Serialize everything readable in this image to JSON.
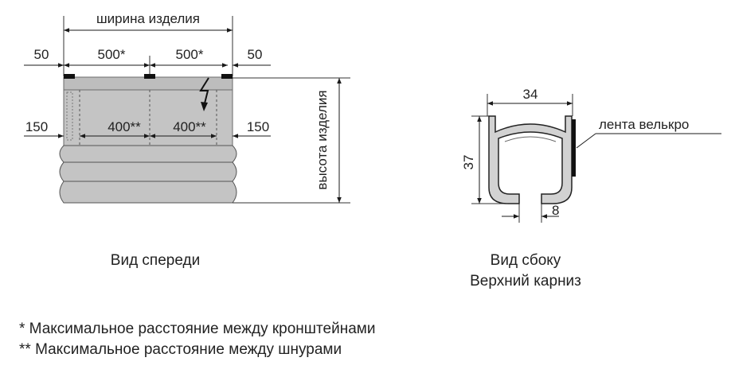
{
  "front": {
    "width_label": "ширина изделия",
    "height_label": "высота изделия",
    "dim_50_left": "50",
    "dim_500_a": "500*",
    "dim_500_b": "500*",
    "dim_50_right": "50",
    "dim_150_left": "150",
    "dim_400_a": "400**",
    "dim_400_b": "400**",
    "dim_150_right": "150",
    "caption": "Вид спереди"
  },
  "side": {
    "dim_width": "34",
    "dim_height": "37",
    "dim_gap": "8",
    "velcro_label": "лента велькро",
    "caption_line1": "Вид сбоку",
    "caption_line2": "Верхний карниз"
  },
  "notes": {
    "note1": "* Максимальное расстояние между кронштейнами",
    "note2": "** Максимальное расстояние между шнурами"
  },
  "colors": {
    "fabric": "#c4c4c4",
    "fabric_edge": "#6a6a6a",
    "line": "#1a1a1a"
  }
}
